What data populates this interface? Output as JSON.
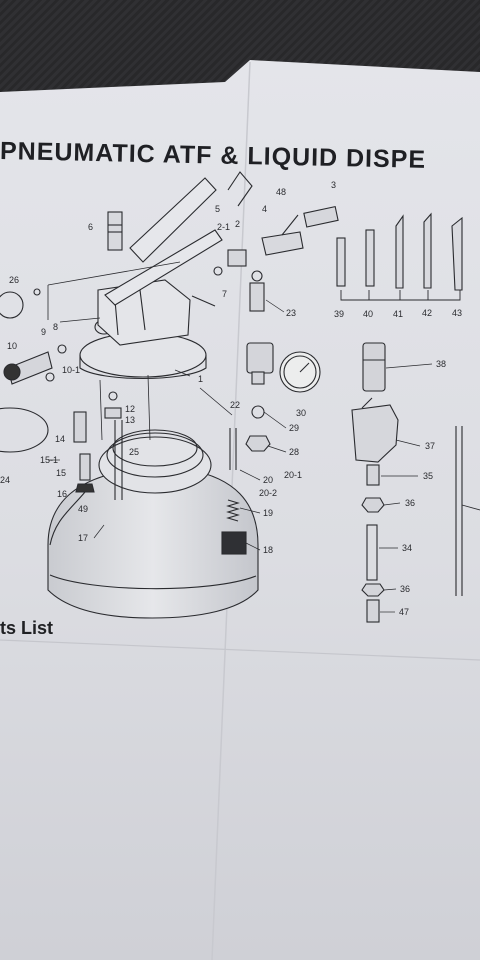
{
  "document": {
    "title": "PNEUMATIC ATF & LIQUID DISPE",
    "footer_heading": "ts List"
  },
  "diagram": {
    "part_labels": [
      "1",
      "2",
      "2-1",
      "3",
      "4",
      "5",
      "6",
      "7",
      "8",
      "9",
      "10",
      "10-1",
      "12",
      "13",
      "14",
      "15",
      "15-1",
      "16",
      "17",
      "18",
      "19",
      "20",
      "20-1",
      "20-2",
      "22",
      "23",
      "24",
      "25",
      "26",
      "28",
      "29",
      "30",
      "34",
      "35",
      "36",
      "36",
      "37",
      "38",
      "39",
      "40",
      "41",
      "42",
      "43",
      "47",
      "48",
      "49"
    ]
  },
  "colors": {
    "paper": "#dedfe4",
    "ink": "#2a2b2f",
    "background_fabric": "#2b2b2d"
  }
}
